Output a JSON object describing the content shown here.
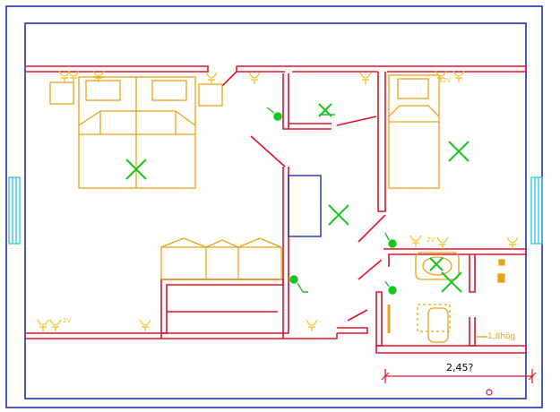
{
  "colors": {
    "background": "#ffffff",
    "frame": "#1e2fb0",
    "wall": "#e0122b",
    "furniture": "#e8a21a",
    "electric": "#18c51e",
    "window": "#38c8e8",
    "closet": "#1e2fb0"
  },
  "labels": {
    "dimension": "2,45?",
    "height_note": "1,8hög",
    "outlet_tag_left": "2V",
    "outlet_tag_right": "2V",
    "outlet_tag_bath": "2V"
  },
  "icons": {
    "light_fixture": "x-cross-icon",
    "switch": "switch-icon",
    "wall_outlet": "outlet-icon"
  }
}
